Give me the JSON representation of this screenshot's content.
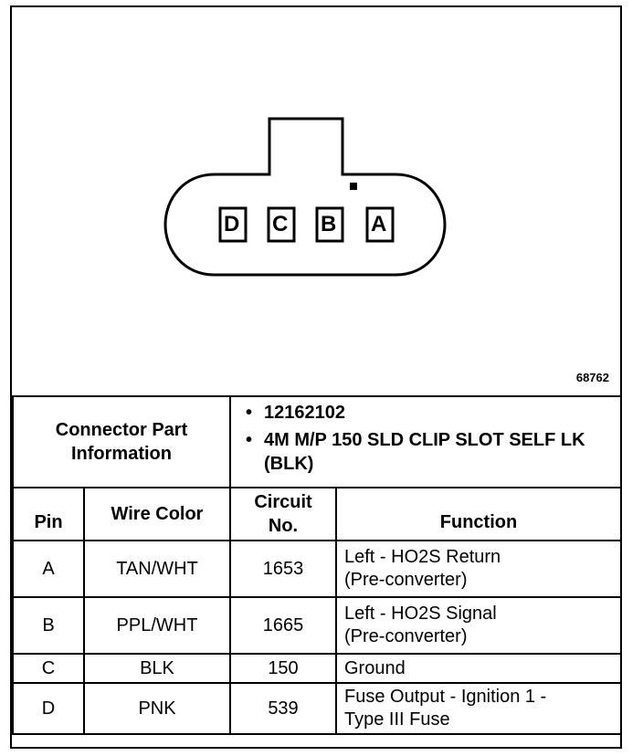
{
  "figure_id": "68762",
  "pins_diagram": [
    "D",
    "C",
    "B",
    "A"
  ],
  "connector": {
    "title_line1": "Connector Part",
    "title_line2": "Information",
    "items": [
      "12162102",
      "4M M/P 150 SLD CLIP SLOT SELF LK (BLK)"
    ]
  },
  "table": {
    "headers": {
      "pin": "Pin",
      "wire_color": "Wire Color",
      "circuit_line1": "Circuit",
      "circuit_line2": "No.",
      "function": "Function"
    },
    "rows": [
      {
        "pin": "A",
        "wire_color": "TAN/WHT",
        "circuit": "1653",
        "function_line1": "Left - HO2S Return",
        "function_line2": "(Pre-converter)"
      },
      {
        "pin": "B",
        "wire_color": "PPL/WHT",
        "circuit": "1665",
        "function_line1": "Left - HO2S Signal",
        "function_line2": "(Pre-converter)"
      },
      {
        "pin": "C",
        "wire_color": "BLK",
        "circuit": "150",
        "function_line1": "Ground",
        "function_line2": ""
      },
      {
        "pin": "D",
        "wire_color": "PNK",
        "circuit": "539",
        "function_line1": "Fuse Output - Ignition 1 -",
        "function_line2": "Type III Fuse"
      }
    ]
  }
}
